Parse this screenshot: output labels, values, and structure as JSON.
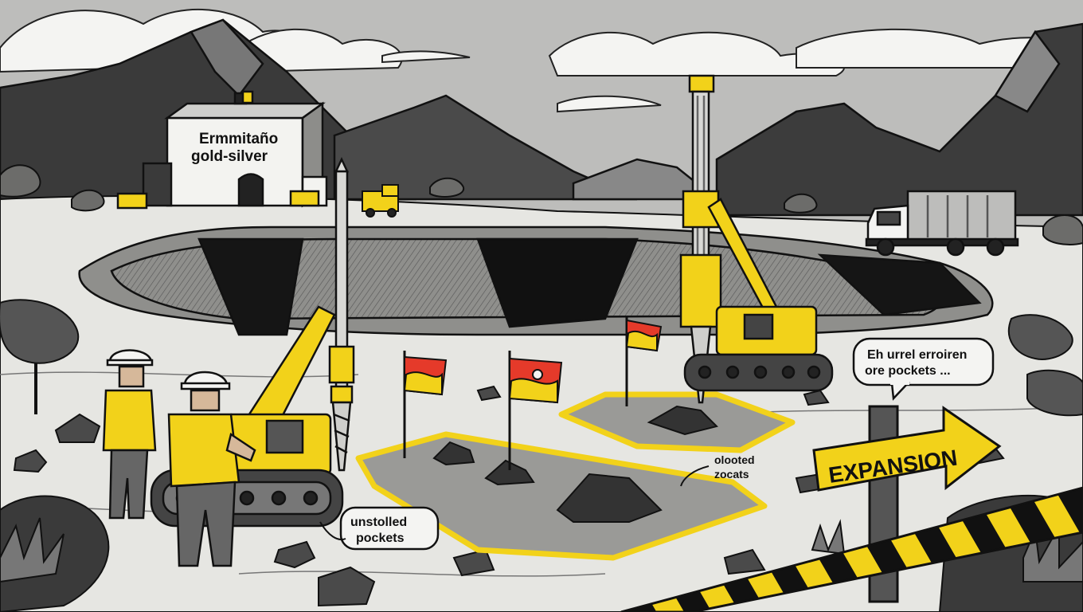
{
  "building": {
    "line1": "Ermmitaño",
    "line2": "gold-silver"
  },
  "callouts": {
    "right_line1": "Eh urrel erroiren",
    "right_line2": "ore pockets ...",
    "left_line1": "unstolled",
    "left_line2": "pockets",
    "middle_line1": "olooted",
    "middle_line2": "zocats"
  },
  "sign": {
    "text": "EXPANSION"
  },
  "colors": {
    "accent_yellow": "#f2d21a",
    "flag_red": "#e53a2a",
    "ink": "#111111"
  }
}
